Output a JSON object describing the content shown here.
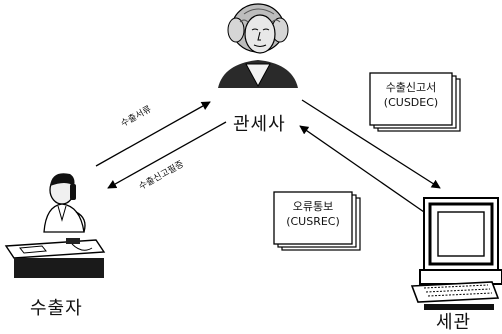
{
  "nodes": {
    "customs_broker": {
      "label": "관세사",
      "icon": "portrait-icon"
    },
    "exporter": {
      "label": "수출자",
      "icon": "person-on-phone-icon"
    },
    "customs": {
      "label": "세관",
      "icon": "computer-terminal-icon"
    }
  },
  "documents": {
    "export_declaration": {
      "line1": "수출신고서",
      "line2": "(CUSDEC)"
    },
    "error_notice": {
      "line1": "오류통보",
      "line2": "(CUSREC)"
    }
  },
  "flows": {
    "export_documents": "수출서류",
    "export_confirmation": "수출신고필증"
  }
}
